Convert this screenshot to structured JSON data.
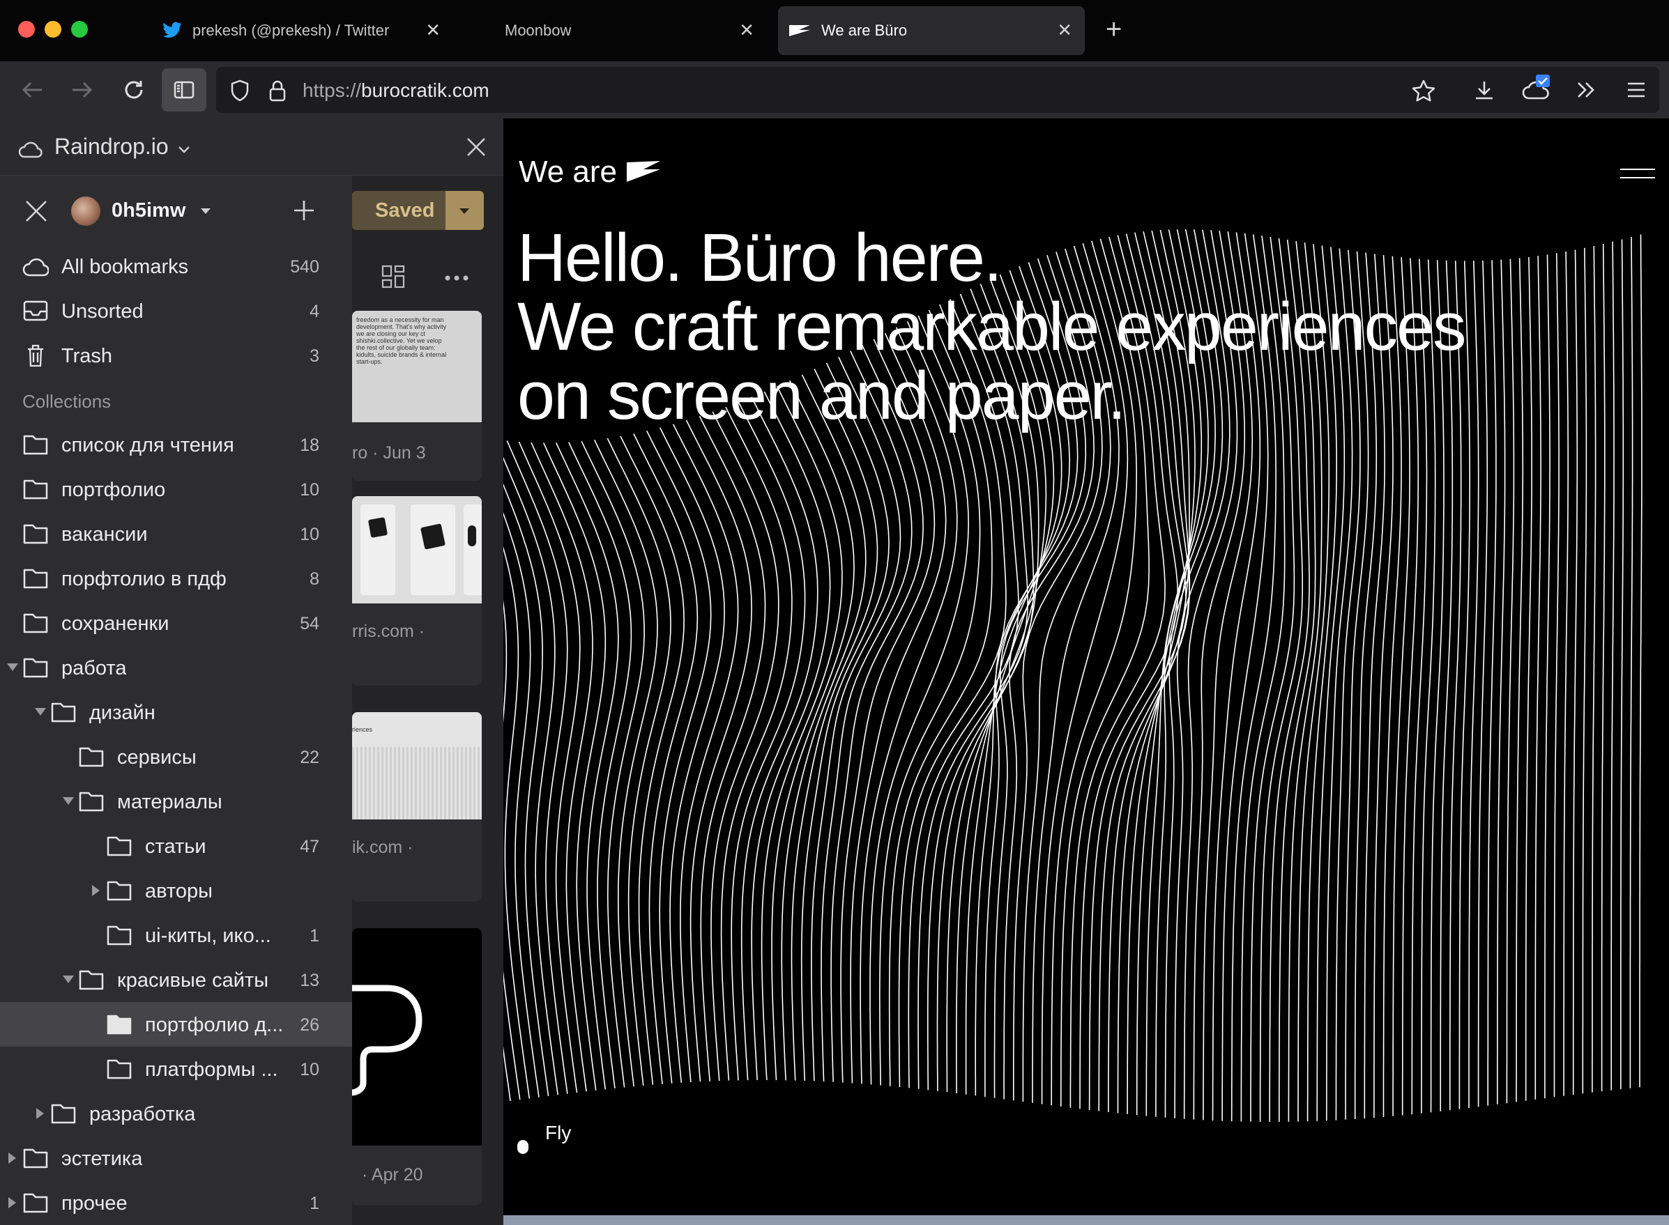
{
  "browser": {
    "tabs": [
      {
        "title": "prekesh (@prekesh) / Twitter",
        "icon": "twitter-bird-icon"
      },
      {
        "title": "Moonbow",
        "icon": ""
      },
      {
        "title": "We are Büro",
        "icon": "buro-flag-icon"
      }
    ],
    "url_protocol": "https://",
    "url_host": "burocratik.com"
  },
  "sidebar": {
    "title": "Raindrop.io"
  },
  "raindrop": {
    "username": "0h5imw",
    "save_button": "Saved",
    "nav": [
      {
        "label": "All bookmarks",
        "count": "540"
      },
      {
        "label": "Unsorted",
        "count": "4"
      },
      {
        "label": "Trash",
        "count": "3"
      }
    ],
    "collections_heading": "Collections",
    "collections": [
      {
        "label": "список для чтения",
        "count": "18"
      },
      {
        "label": "портфолио",
        "count": "10"
      },
      {
        "label": "вакансии",
        "count": "10"
      },
      {
        "label": "порфтолио в пдф",
        "count": "8"
      },
      {
        "label": "сохраненки",
        "count": "54"
      },
      {
        "label": "работа",
        "count": ""
      },
      {
        "label": "дизайн",
        "count": ""
      },
      {
        "label": "сервисы",
        "count": "22"
      },
      {
        "label": "материалы",
        "count": ""
      },
      {
        "label": "статьи",
        "count": "47"
      },
      {
        "label": "авторы",
        "count": ""
      },
      {
        "label": "ui-киты, ико...",
        "count": "1"
      },
      {
        "label": "красивые сайты",
        "count": "13"
      },
      {
        "label": "портфолио д...",
        "count": "26"
      },
      {
        "label": "платформы ...",
        "count": "10"
      },
      {
        "label": "разработка",
        "count": ""
      },
      {
        "label": "эстетика",
        "count": ""
      },
      {
        "label": "прочее",
        "count": "1"
      }
    ],
    "cards": [
      {
        "meta": "ro  ·  Jun 3",
        "snippet": "freedom as a necessity for man development. That's why activity we are closing our key ct shishki.collective. Yet we velop the rest of our globally team: kidults, suicide brands & internal start-ups."
      },
      {
        "meta": "rris.com  ·"
      },
      {
        "meta": "ik.com  ·",
        "snippet": "riences"
      },
      {
        "meta": "·  Apr 20"
      }
    ]
  },
  "page": {
    "brand": "We are",
    "headline": [
      "Hello. Büro here.",
      "We craft remarkable experiences",
      "on screen and paper."
    ],
    "fly_label": "Fly"
  }
}
